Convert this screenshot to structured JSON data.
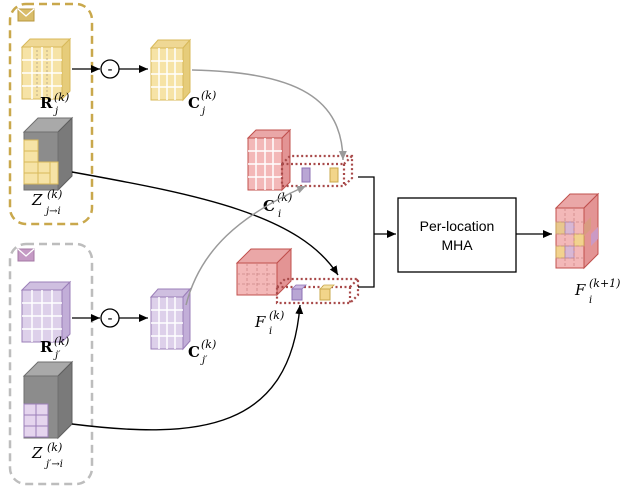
{
  "agents": [
    {
      "id": "j",
      "frame_color": "#c9a84c",
      "icon_color": "#c9a84c"
    },
    {
      "id": "j_prime",
      "frame_color": "#bdbdbd",
      "icon_color": "#b07fb0"
    }
  ],
  "labels": {
    "R_j": {
      "main": "R",
      "sup": "(k)",
      "sub": "j"
    },
    "C_j": {
      "main": "C",
      "sup": "(k)",
      "sub": "j"
    },
    "Z_j": {
      "main": "Z",
      "sup": "(k)",
      "sub": "j→i"
    },
    "R_jp": {
      "main": "R",
      "sup": "(k)",
      "sub": "j′"
    },
    "C_jp": {
      "main": "C",
      "sup": "(k)",
      "sub": "j′"
    },
    "Z_jp": {
      "main": "Z",
      "sup": "(k)",
      "sub": "j′→i"
    },
    "C_i": {
      "main": "C",
      "sup": "(k)",
      "sub": "i"
    },
    "F_i": {
      "main": "F",
      "sup": "(k)",
      "sub": "i"
    },
    "F_out": {
      "main": "F",
      "sup": "(k+1)",
      "sub": "i"
    }
  },
  "ops": {
    "minus_top": "-",
    "minus_bottom": "-"
  },
  "mha": {
    "line1": "Per-location",
    "line2": "MHA"
  },
  "colors": {
    "yellow": "#f6e3a6",
    "yellow_edge": "#d8b95a",
    "purple": "#ddd0ea",
    "purple_edge": "#9b7fb8",
    "pink": "#f3b8b8",
    "pink_edge": "#c0504d",
    "gray": "#8c8c8c",
    "dotted": "#a84a4a"
  }
}
